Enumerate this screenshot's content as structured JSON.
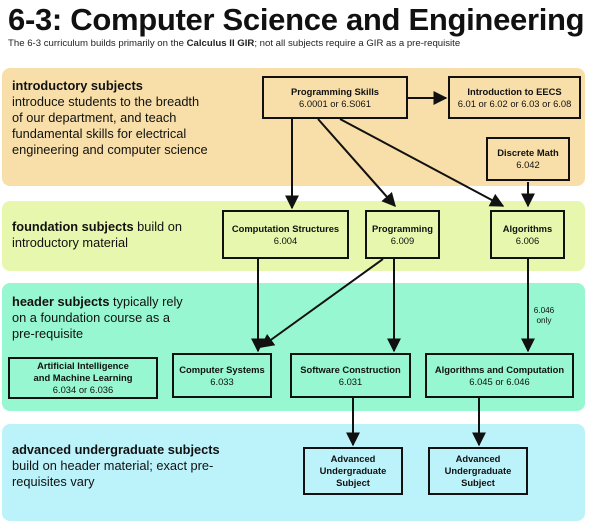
{
  "header": {
    "title": "6-3: Computer Science and Engineering",
    "subtitle_pre": "The 6-3 curriculum builds primarily on the ",
    "subtitle_bold": "Calculus II GIR",
    "subtitle_post": "; not all subjects require a GIR as a pre-requisite"
  },
  "bands": {
    "introductory": {
      "heading": "introductory subjects",
      "description": "introduce students to the breadth of our department, and teach fundamental skills for electrical engineering and computer science",
      "color": "#f8dfa9"
    },
    "foundation": {
      "heading": "foundation subjects",
      "description": " build on introductory material",
      "color": "#e7f7ad"
    },
    "header": {
      "heading": "header subjects",
      "description": " typically rely on a foundation course as a pre-requisite",
      "color": "#97f7d0"
    },
    "advanced": {
      "heading": "advanced undergraduate subjects",
      "description": "build on header material; exact pre-requisites vary",
      "color": "#bcf3fb"
    }
  },
  "subjects": {
    "programming_skills": {
      "title": "Programming Skills",
      "number": "6.0001 or 6.S061"
    },
    "intro_eecs": {
      "title": "Introduction to EECS",
      "number": "6.01 or 6.02 or 6.03 or 6.08"
    },
    "discrete_math": {
      "title": "Discrete Math",
      "number": "6.042"
    },
    "computation_structures": {
      "title": "Computation Structures",
      "number": "6.004"
    },
    "programming": {
      "title": "Programming",
      "number": "6.009"
    },
    "algorithms": {
      "title": "Algorithms",
      "number": "6.006"
    },
    "ai_ml": {
      "title_line1": "Artificial Intelligence",
      "title_line2": "and Machine Learning",
      "number": "6.034 or 6.036"
    },
    "computer_systems": {
      "title": "Computer Systems",
      "number": "6.033"
    },
    "software_construction": {
      "title": "Software Construction",
      "number": "6.031"
    },
    "algorithms_computation": {
      "title": "Algorithms and Computation",
      "number": "6.045 or 6.046"
    },
    "advanced_1": {
      "line1": "Advanced",
      "line2": "Undergraduate",
      "line3": "Subject"
    },
    "advanced_2": {
      "line1": "Advanced",
      "line2": "Undergraduate",
      "line3": "Subject"
    }
  },
  "annotations": {
    "only_6046_line1": "6.046",
    "only_6046_line2": "only"
  }
}
